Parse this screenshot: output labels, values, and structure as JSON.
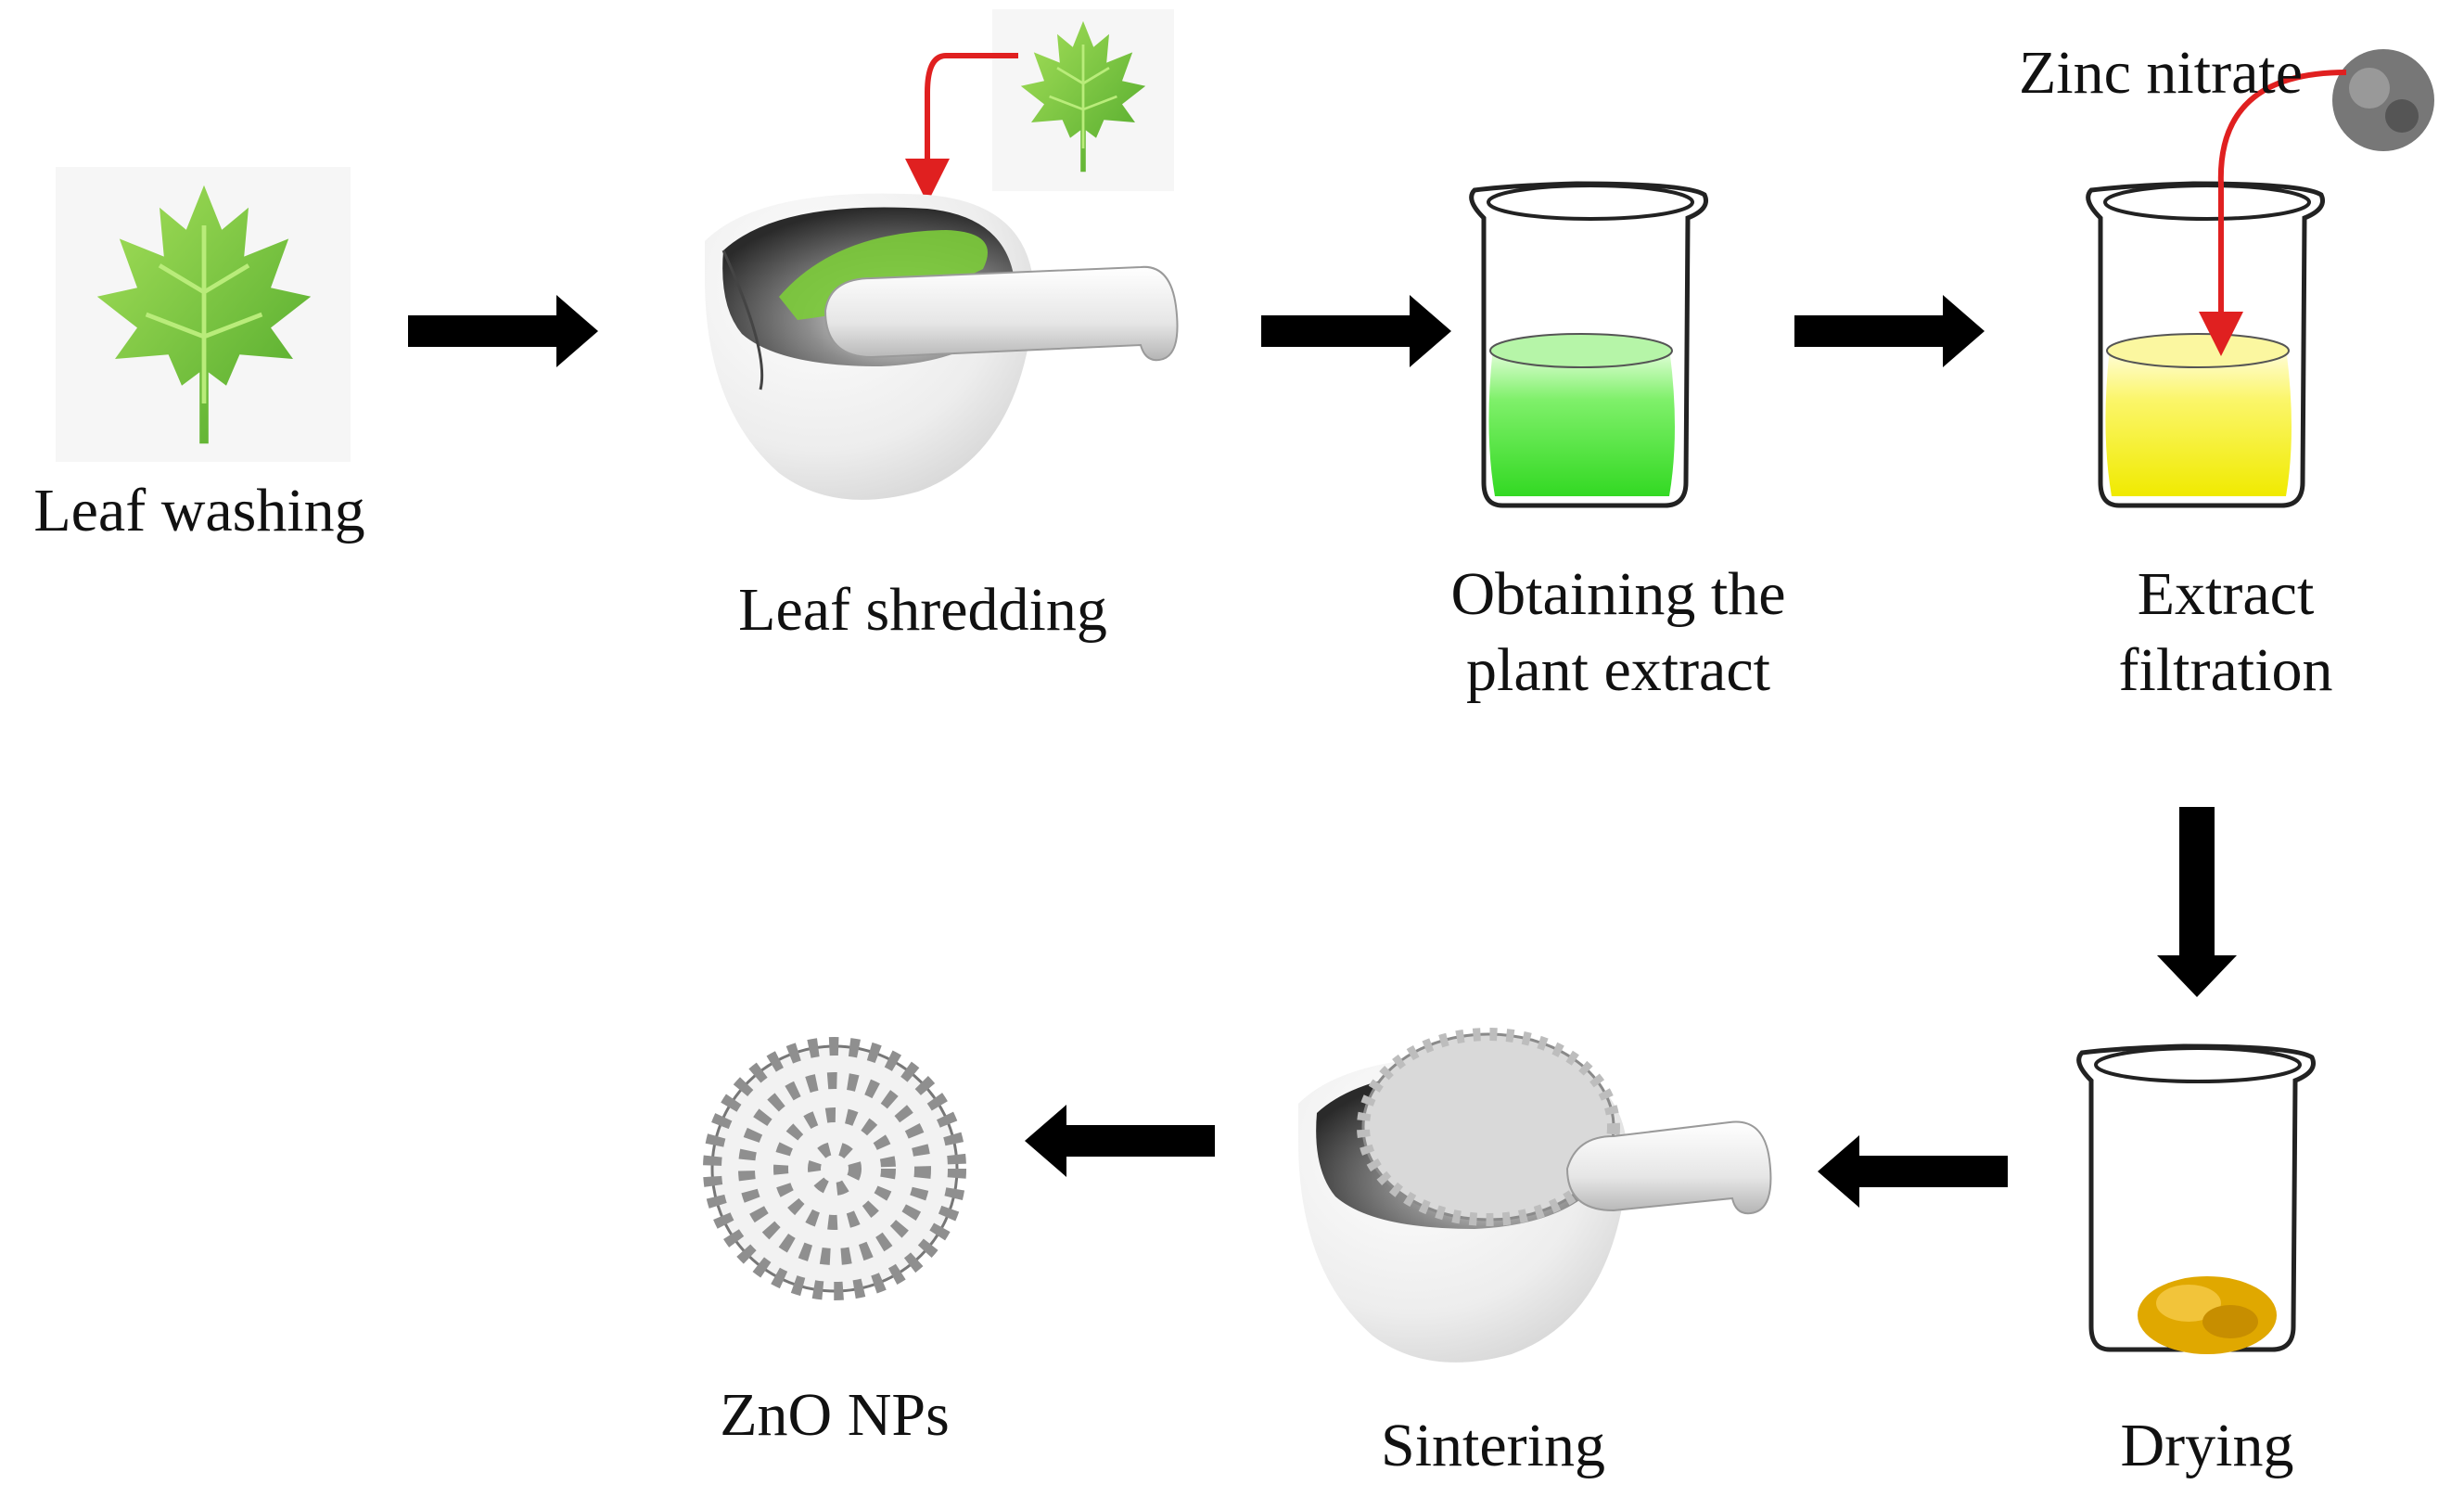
{
  "steps": {
    "leaf_washing": "Leaf washing",
    "leaf_shredding": "Leaf shredding",
    "obtaining_extract": [
      "Obtaining the",
      "plant extract"
    ],
    "extract_filtration": [
      "Extract",
      "filtration"
    ],
    "drying": "Drying",
    "sintering": "Sintering",
    "zno_nps": "ZnO NPs"
  },
  "reagent_label": "Zinc nitrate",
  "icons": [
    "leaf-icon",
    "mortar-pestle-icon",
    "beaker-icon",
    "zinc-nitrate-cluster-icon",
    "nanoparticle-cluster-icon",
    "arrow-icon"
  ],
  "colors": {
    "leaf_green": "#7ccc3a",
    "extract_green": "#44e033",
    "extract_yellow": "#f5f000",
    "dried_product": "#e0a800",
    "arrow": "#000000",
    "insert_arrow": "#e02020"
  }
}
